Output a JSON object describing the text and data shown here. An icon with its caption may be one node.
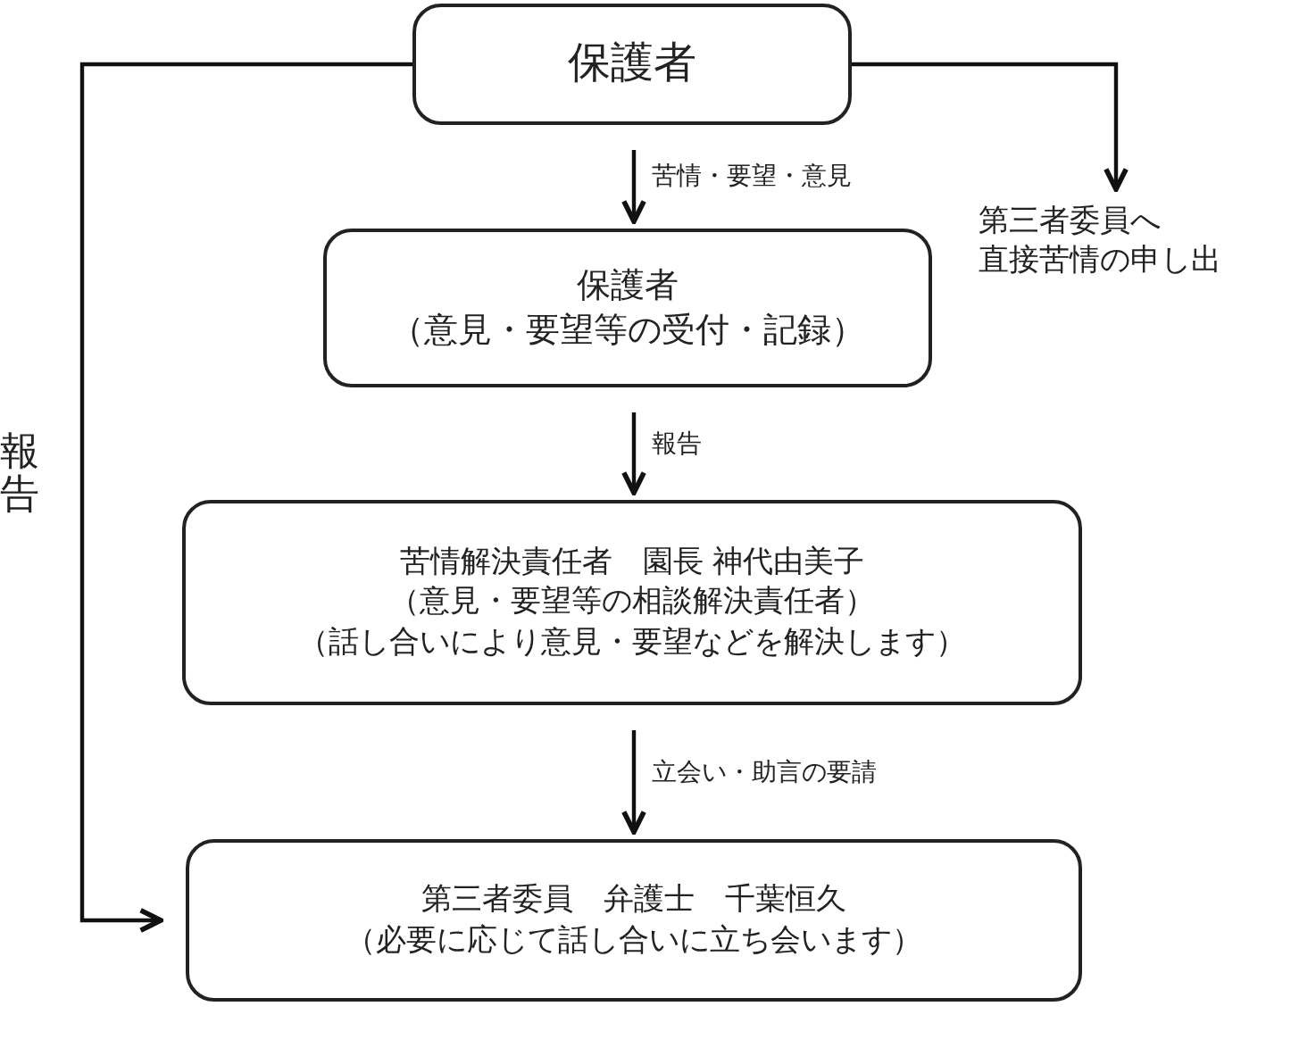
{
  "diagram": {
    "nodes": [
      {
        "text": [
          "保護者"
        ]
      },
      {
        "text": [
          "保護者",
          "（意見・要望等の受付・記録）"
        ]
      },
      {
        "text": [
          "苦情解決責任者　園長 神代由美子",
          "（意見・要望等の相談解決責任者）",
          "（話し合いにより意見・要望などを解決します）"
        ]
      },
      {
        "text": [
          "第三者委員　弁護士　千葉恒久",
          "（必要に応じて話し合いに立ち会います）"
        ]
      },
      {
        "text": [
          "第三者委員へ",
          "直接苦情の申し出"
        ]
      }
    ],
    "edges": [
      {
        "from": 0,
        "to": 1,
        "arrow": "to",
        "label": "苦情・要望・意見"
      },
      {
        "from": 1,
        "to": 2,
        "arrow": "to",
        "label": "報告"
      },
      {
        "from": 2,
        "to": 3,
        "arrow": "to",
        "label": "立会い・助言の要請"
      },
      {
        "from": 0,
        "to": 4,
        "arrow": "to"
      },
      {
        "from": 0,
        "to": 3,
        "arrow": "to",
        "label": "報告"
      }
    ]
  }
}
